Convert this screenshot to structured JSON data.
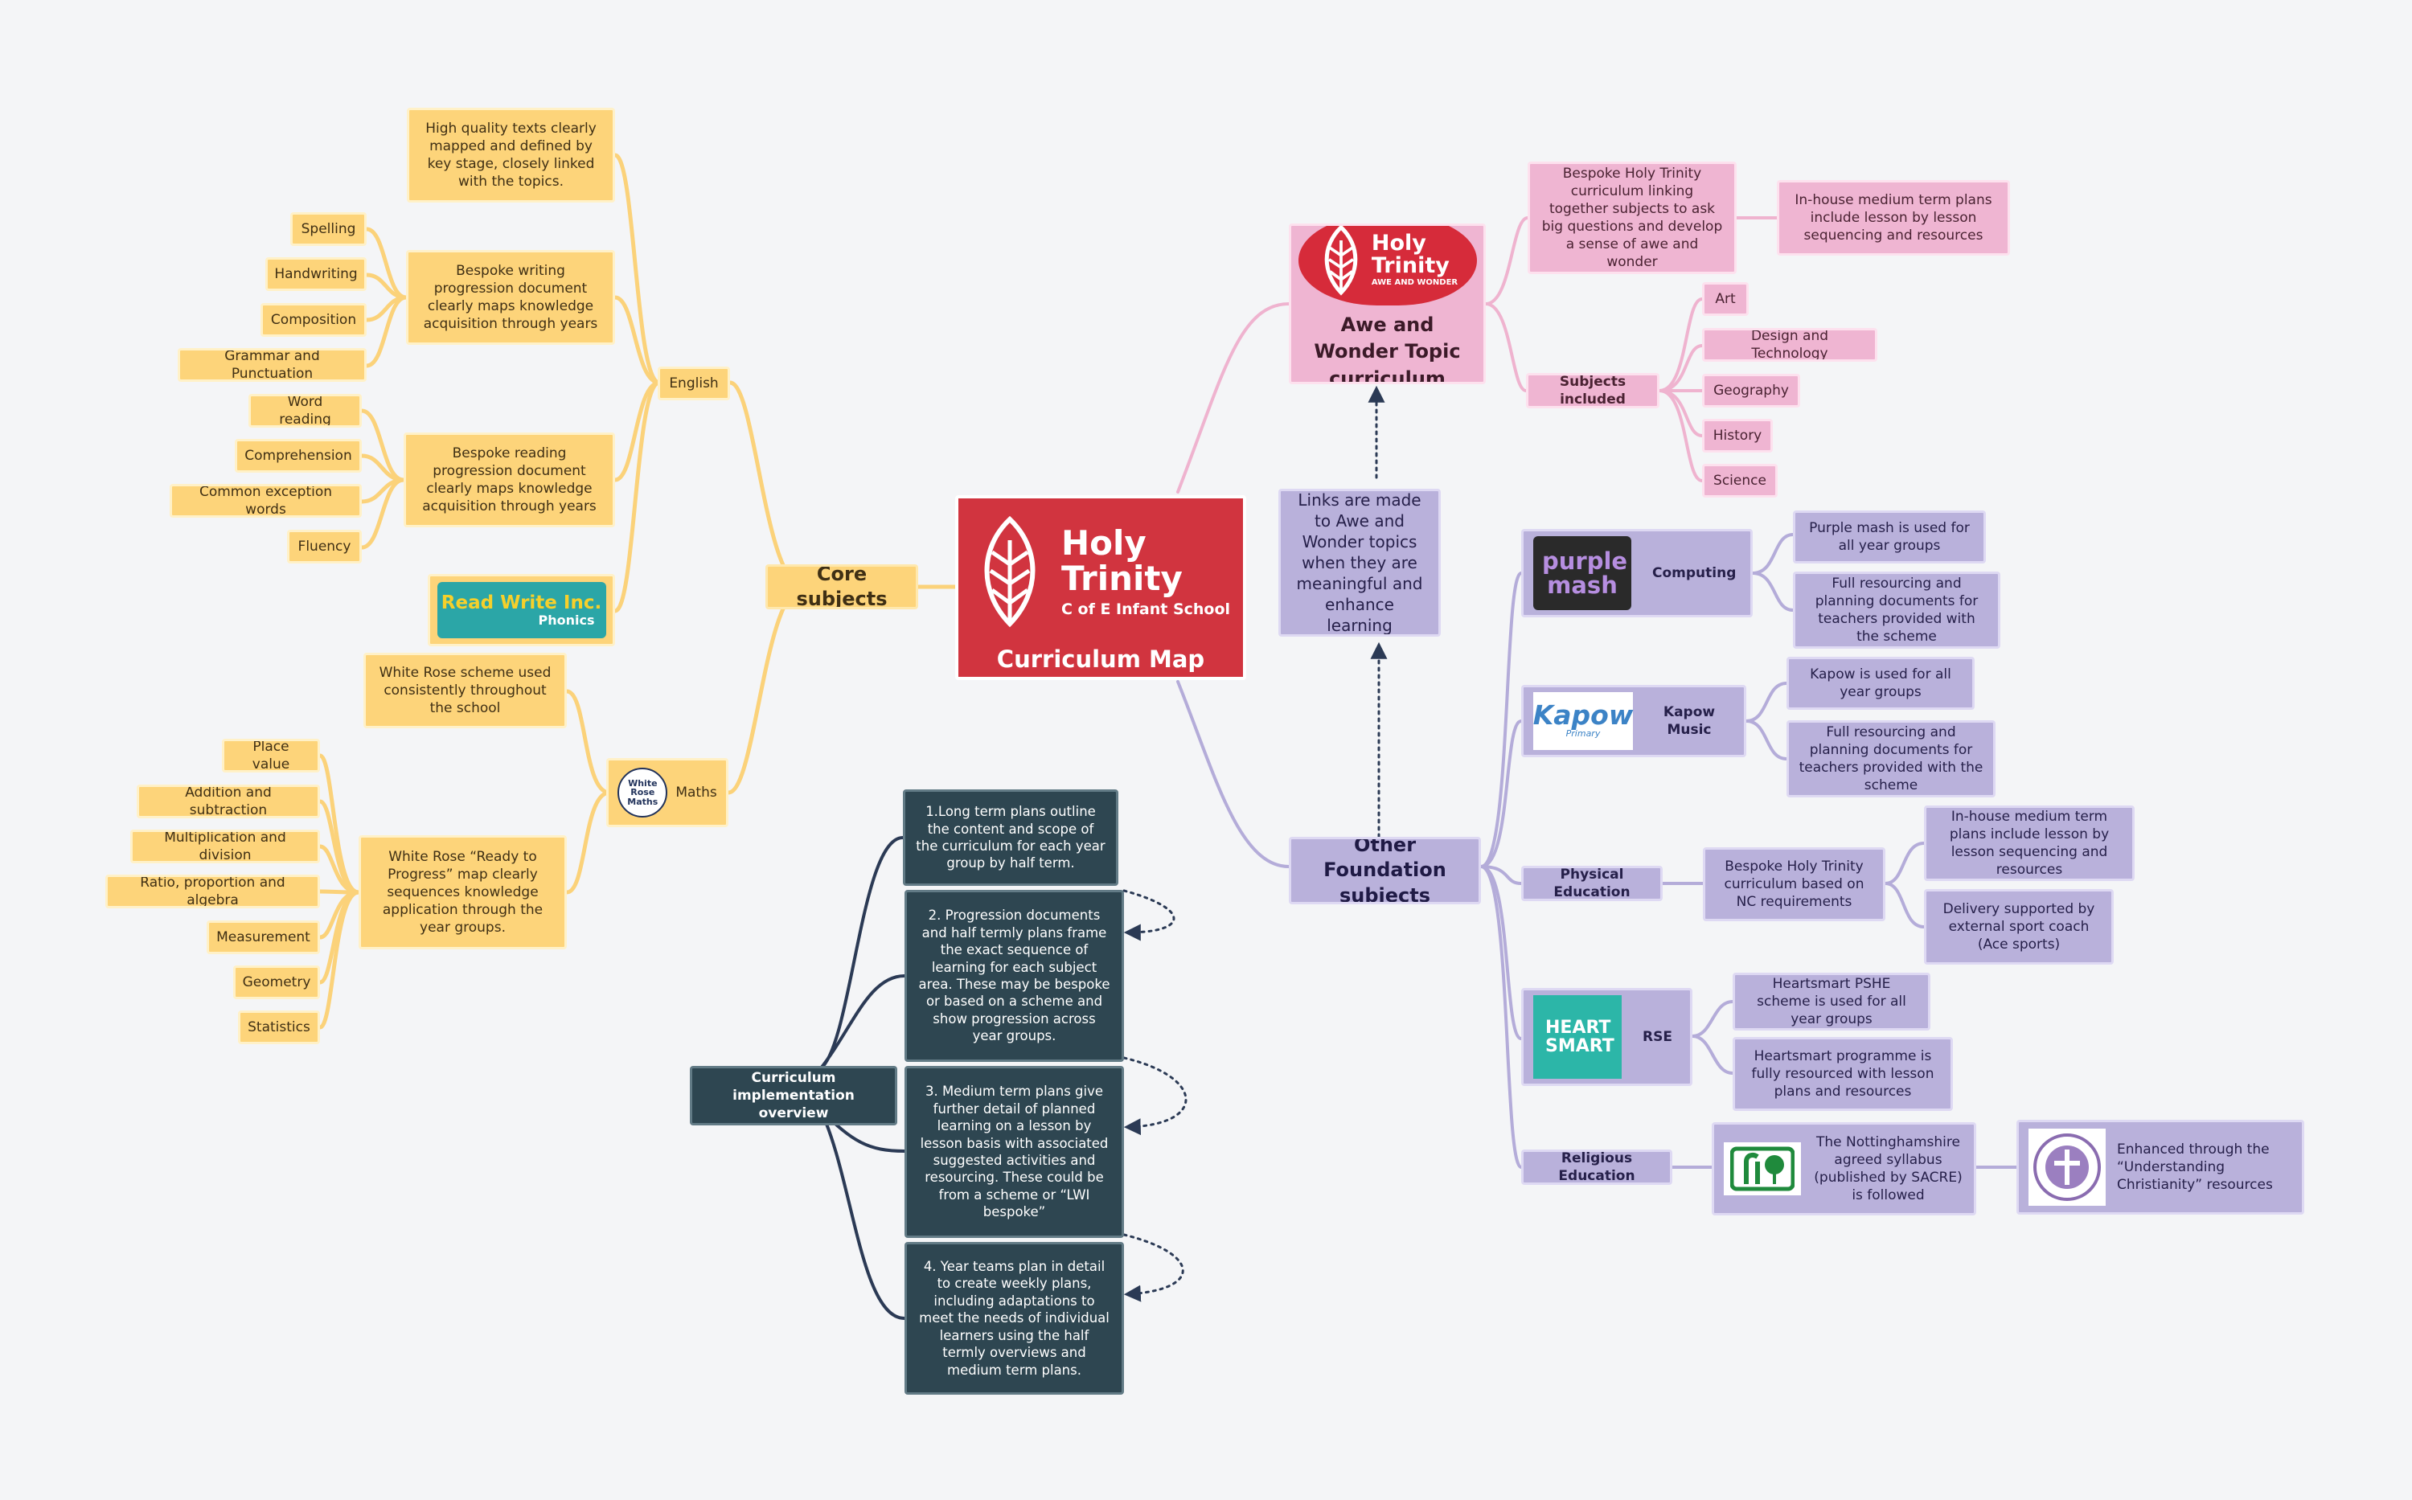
{
  "center": {
    "title": "Holy Trinity",
    "subtitle": "C of E Infant School",
    "caption": "Curriculum Map"
  },
  "core": {
    "label": "Core subjects",
    "english": {
      "label": "English",
      "texts": "High quality texts clearly mapped and defined by key stage, closely linked with the topics.",
      "writing": "Bespoke writing progression document clearly maps knowledge acquisition through years",
      "writing_items": [
        "Spelling",
        "Handwriting",
        "Composition",
        "Grammar and Punctuation"
      ],
      "reading": "Bespoke reading progression document clearly maps knowledge acquisition through years",
      "reading_items": [
        "Word reading",
        "Comprehension",
        "Common exception words",
        "Fluency"
      ],
      "rwi_logo": {
        "main": "Read Write Inc.",
        "sub": "Phonics"
      }
    },
    "maths": {
      "label": "Maths",
      "logo": "White Rose Maths",
      "white_rose": "White Rose scheme used consistently throughout the school",
      "ready": "White Rose “Ready to Progress” map clearly sequences knowledge application through the year groups.",
      "ready_items": [
        "Place value",
        "Addition and subtraction",
        "Multiplication and division",
        "Ratio, proportion and algebra",
        "Measurement",
        "Geometry",
        "Statistics"
      ]
    }
  },
  "awe": {
    "label": "Awe and Wonder Topic curriculum",
    "logo": {
      "title": "Holy Trinity",
      "sub": "AWE AND WONDER"
    },
    "bespoke": "Bespoke Holy Trinity curriculum linking together subjects to ask big questions and develop a sense of awe and wonder",
    "inhouse": "In-house medium term plans include lesson by lesson sequencing and resources",
    "subjects_label": "Subjects included",
    "subjects": [
      "Art",
      "Design and Technology",
      "Geography",
      "History",
      "Science"
    ]
  },
  "links_note": "Links are made to Awe and Wonder topics when they are meaningful and enhance learning",
  "foundation": {
    "label": "Other Foundation subjects",
    "computing": {
      "label": "Computing",
      "logo": "purple mash",
      "details": [
        "Purple mash is used for all year groups",
        "Full resourcing and planning documents for teachers provided with the scheme"
      ]
    },
    "kapow": {
      "label": "Kapow Music",
      "logo": "Kapow",
      "logo_sub": "Primary",
      "details": [
        "Kapow is used for all year groups",
        "Full resourcing and planning documents for teachers provided with the scheme"
      ]
    },
    "pe": {
      "label": "Physical Education",
      "bespoke": "Bespoke Holy Trinity curriculum based on NC requirements",
      "details": [
        "In-house medium term plans include lesson by lesson sequencing and resources",
        "Delivery supported by external sport coach (Ace sports)"
      ]
    },
    "rse": {
      "label": "RSE",
      "logo": "HEART SMART",
      "details": [
        "Heartsmart PSHE scheme is used for all year groups",
        "Heartsmart programme is fully resourced with lesson plans and resources"
      ]
    },
    "re": {
      "label": "Religious Education",
      "notts": "The Nottinghamshire agreed syllabus (published by SACRE) is followed",
      "uc": "Enhanced through the “Understanding Christianity” resources"
    }
  },
  "implementation": {
    "label": "Curriculum implementation overview",
    "steps": [
      "1.Long term plans outline the content and scope of the curriculum for each year group by half term.",
      "2. Progression documents and half termly plans frame the exact sequence of learning for each subject area.  These may be bespoke or based on a scheme and show progression across year groups.",
      "3. Medium term plans give further detail of planned learning on a lesson by lesson basis with associated suggested activities and resourcing. These could be from a scheme or “LWI bespoke”",
      "4. Year teams plan in detail to create weekly plans, including adaptations to meet the needs of individual learners using the half termly overviews and medium term plans."
    ]
  },
  "colors": {
    "yellow": "#fdd47a",
    "yellow_line": "#fbd27a",
    "pink": "#efb5d2",
    "pink_line": "#efb3cf",
    "purple": "#b9b1db",
    "purple_line": "#b4acd9",
    "dark": "#2e4651",
    "dark_line": "#2b3a55",
    "red": "#d1343f"
  }
}
